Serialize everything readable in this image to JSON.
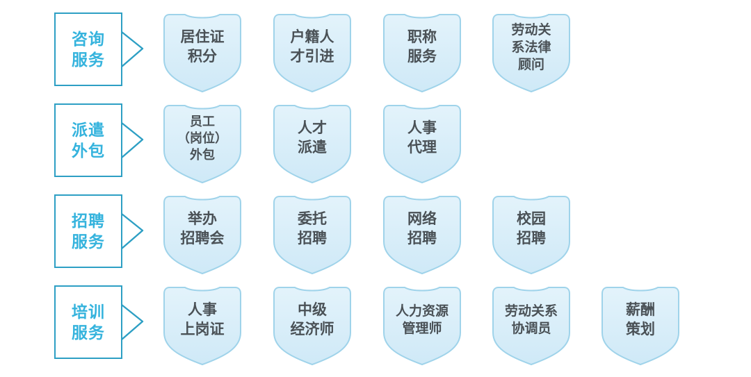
{
  "theme": {
    "background": "#ffffff",
    "category_border": "#2d9fc4",
    "category_text": "#35b3dd",
    "shield_fill_top": "#e3f3fb",
    "shield_fill_bottom": "#cfe9f7",
    "shield_border": "#9fd3ea",
    "shield_text": "#4a5156"
  },
  "layout": {
    "columns_x": [
      232,
      390,
      548,
      705,
      862
    ],
    "rows_y": [
      6,
      137,
      268,
      399
    ]
  },
  "rows": [
    {
      "category": {
        "lines": [
          "咨询",
          "服务"
        ],
        "name": "consulting-service"
      },
      "items": [
        {
          "name": "residence-permit-points",
          "lines": [
            "居住证",
            "积分"
          ],
          "size": "normal"
        },
        {
          "name": "household-talent-introduction",
          "lines": [
            "户籍人",
            "才引进"
          ],
          "size": "normal"
        },
        {
          "name": "professional-title-service",
          "lines": [
            "职称",
            "服务"
          ],
          "size": "normal"
        },
        {
          "name": "labor-relations-legal-counsel",
          "lines": [
            "劳动关",
            "系法律",
            "顾问"
          ],
          "size": "tight"
        }
      ]
    },
    {
      "category": {
        "lines": [
          "派遣",
          "外包"
        ],
        "name": "dispatch-outsourcing"
      },
      "items": [
        {
          "name": "employee-position-outsourcing",
          "lines": [
            "员工",
            "（岗位）",
            "外包"
          ],
          "size": "narrow"
        },
        {
          "name": "talent-dispatch",
          "lines": [
            "人才",
            "派遣"
          ],
          "size": "normal"
        },
        {
          "name": "hr-agency",
          "lines": [
            "人事",
            "代理"
          ],
          "size": "normal"
        }
      ]
    },
    {
      "category": {
        "lines": [
          "招聘",
          "服务"
        ],
        "name": "recruitment-service"
      },
      "items": [
        {
          "name": "hold-job-fair",
          "lines": [
            "举办",
            "招聘会"
          ],
          "size": "normal"
        },
        {
          "name": "entrusted-recruitment",
          "lines": [
            "委托",
            "招聘"
          ],
          "size": "normal"
        },
        {
          "name": "online-recruitment",
          "lines": [
            "网络",
            "招聘"
          ],
          "size": "normal"
        },
        {
          "name": "campus-recruitment",
          "lines": [
            "校园",
            "招聘"
          ],
          "size": "normal"
        }
      ]
    },
    {
      "category": {
        "lines": [
          "培训",
          "服务"
        ],
        "name": "training-service"
      },
      "items": [
        {
          "name": "hr-job-certificate",
          "lines": [
            "人事",
            "上岗证"
          ],
          "size": "normal"
        },
        {
          "name": "intermediate-economist",
          "lines": [
            "中级",
            "经济师"
          ],
          "size": "normal"
        },
        {
          "name": "hr-manager",
          "lines": [
            "人力资源",
            "管理师"
          ],
          "size": "tight"
        },
        {
          "name": "labor-relations-coordinator",
          "lines": [
            "劳动关系",
            "协调员"
          ],
          "size": "tight"
        },
        {
          "name": "compensation-planning",
          "lines": [
            "薪酬",
            "策划"
          ],
          "size": "normal"
        }
      ]
    }
  ]
}
